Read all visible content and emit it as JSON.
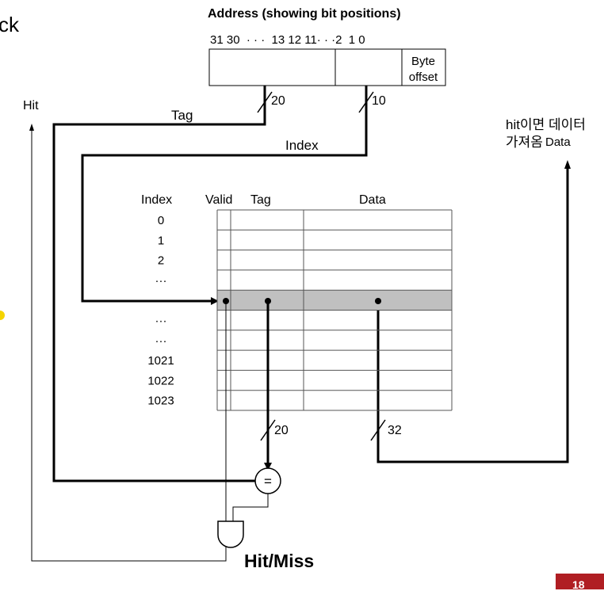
{
  "slide": {
    "page_number": "18",
    "left_fragment": "ck",
    "accent_color": "#b01e23",
    "highlight_dot_color": "#f5d400"
  },
  "address": {
    "title": "Address (showing bit positions)",
    "bits_left": "31 30  · · ·  13 12 11· · ·2  1 0",
    "byte_label": "Byte",
    "offset_label": "offset"
  },
  "buses": {
    "tag_width": "20",
    "index_width": "10",
    "tag_out_width": "20",
    "data_out_width": "32"
  },
  "labels": {
    "tag": "Tag",
    "index": "Index",
    "hit": "Hit",
    "data": "Data",
    "annotation_line1": "hit이면 데이터",
    "annotation_line2": "가져옴",
    "comparator": "=",
    "hit_miss": "Hit/Miss",
    "hit_miss_color": "#c8102e"
  },
  "table": {
    "headers": {
      "index": "Index",
      "valid": "Valid",
      "tag": "Tag",
      "data": "Data"
    },
    "top_indices": [
      "0",
      "1",
      "2",
      "···"
    ],
    "bottom_indices": [
      "···",
      "···",
      "1021",
      "1022",
      "1023"
    ],
    "row_count": 10,
    "selected_row": 4,
    "selected_color": "#c0c0c0"
  }
}
